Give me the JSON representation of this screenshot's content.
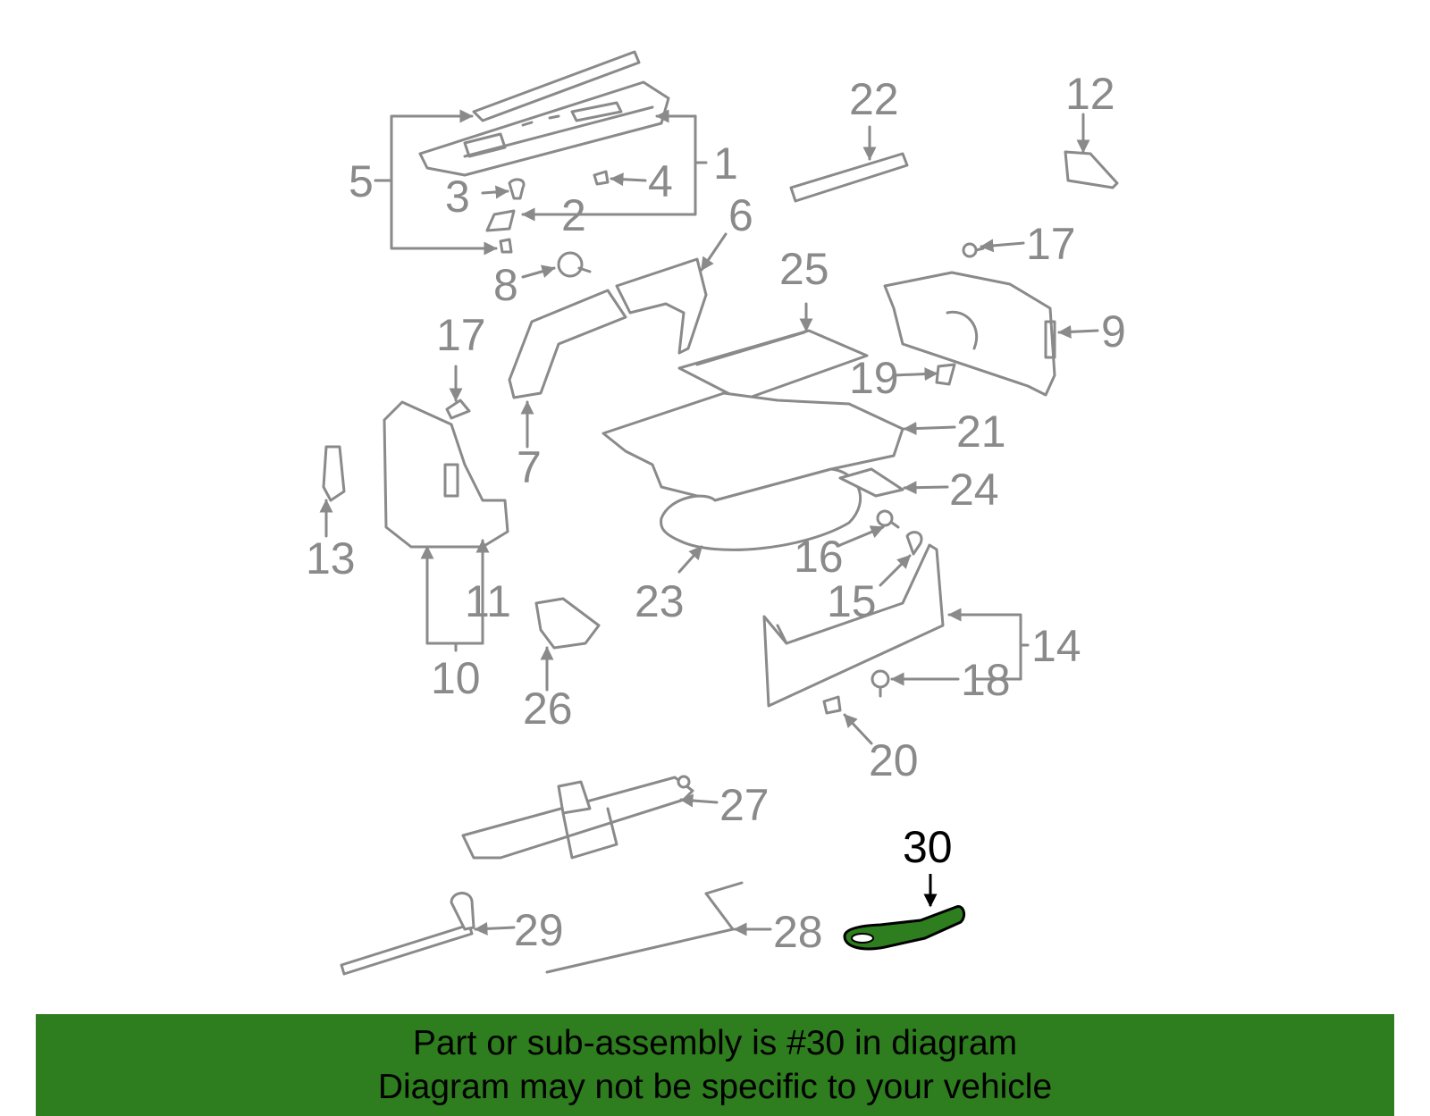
{
  "colors": {
    "line": "#8a8a8a",
    "highlight_fill": "#2e7d1e",
    "banner": "#2e7d1e",
    "text": "#000000"
  },
  "callouts": {
    "c1": "1",
    "c2": "2",
    "c3": "3",
    "c4": "4",
    "c5": "5",
    "c6": "6",
    "c7": "7",
    "c8": "8",
    "c9": "9",
    "c10": "10",
    "c11": "11",
    "c12": "12",
    "c13": "13",
    "c14": "14",
    "c15": "15",
    "c16": "16",
    "c17a": "17",
    "c17b": "17",
    "c18": "18",
    "c19": "19",
    "c20": "20",
    "c21": "21",
    "c22": "22",
    "c23": "23",
    "c24": "24",
    "c25": "25",
    "c26": "26",
    "c27": "27",
    "c28": "28",
    "c29": "29",
    "c30": "30"
  },
  "highlighted_part": "30",
  "banner": {
    "line1": "Part or sub-assembly is #30 in diagram",
    "line2": "Diagram may not be specific to your vehicle"
  }
}
